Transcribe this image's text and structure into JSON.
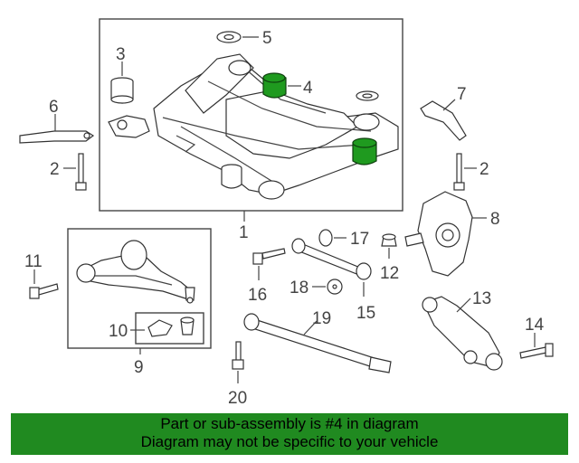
{
  "callouts": {
    "c1": "1",
    "c2a": "2",
    "c2b": "2",
    "c3": "3",
    "c4": "4",
    "c5": "5",
    "c6": "6",
    "c7": "7",
    "c8": "8",
    "c9": "9",
    "c10": "10",
    "c11": "11",
    "c12": "12",
    "c13": "13",
    "c14": "14",
    "c15": "15",
    "c16": "16",
    "c17": "17",
    "c18": "18",
    "c19": "19",
    "c20": "20"
  },
  "highlight": {
    "part": "4",
    "color": "#1f9a1f"
  },
  "banner": {
    "line1": "Part or sub-assembly is #4 in diagram",
    "line2": "Diagram may not be specific to your vehicle",
    "background": "#208a20"
  }
}
